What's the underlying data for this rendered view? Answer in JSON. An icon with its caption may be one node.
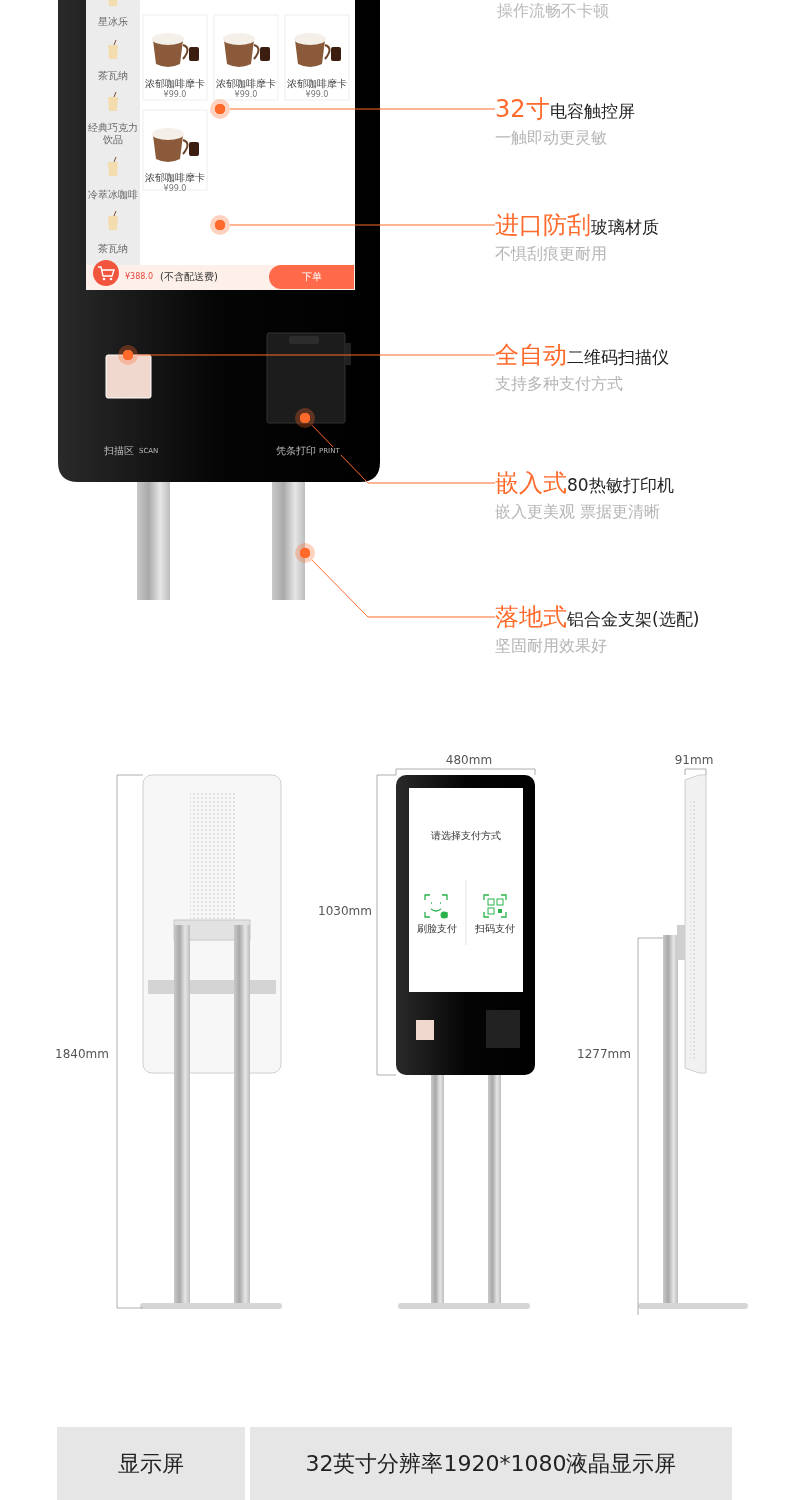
{
  "diagram": {
    "nodes": [
      {
        "text": [],
        "shape": "circle"
      },
      {
        "text": [
          "32寸",
          "电容触控屏",
          "一触即动更灵敏"
        ]
      },
      {
        "text": [],
        "shape": "circle"
      },
      {
        "text": [
          "进口防刮",
          "玻璃材质",
          "不惧刮痕更耐用"
        ]
      },
      {
        "text": [],
        "shape": "circle"
      },
      {
        "text": [
          "全自动",
          "二维码扫描仪",
          "支持多种支付方式"
        ]
      },
      {
        "text": [],
        "shape": "circle"
      },
      {
        "text": [
          "嵌入式",
          "80热敏打印机",
          "嵌入更美观 票据更清晰"
        ]
      },
      {
        "text": [],
        "shape": "circle"
      },
      {
        "text": [
          "落地式",
          "铝合金支架(选配)",
          "坚固耐用效果好"
        ]
      }
    ],
    "edges": [
      {
        "from": 0,
        "to": 1,
        "arrow": "none"
      },
      {
        "from": 2,
        "to": 3,
        "arrow": "none"
      },
      {
        "from": 4,
        "to": 5,
        "arrow": "none"
      },
      {
        "from": 6,
        "to": 7,
        "arrow": "none"
      },
      {
        "from": 8,
        "to": 9,
        "arrow": "none"
      }
    ],
    "labels": [
      "操作流畅不卡顿",
      "星冰乐",
      "茶瓦纳",
      "经典巧克力饮品",
      "冷萃冰咖啡",
      "茶瓦纳",
      "浓郁咖啡摩卡",
      "¥99.0",
      "浓郁咖啡摩卡",
      "¥99.0",
      "浓郁咖啡摩卡",
      "¥99.0",
      "浓郁咖啡摩卡",
      "¥99.0",
      "¥388.0",
      "(不含配送费)",
      "下单",
      "扫描区",
      "SCAN",
      "凭条打印",
      "PRINT",
      "480mm",
      "91mm",
      "请选择支付方式",
      "1030mm",
      "刷脸支付",
      "扫码支付",
      "1840mm",
      "1277mm",
      "显示屏",
      "32英寸分辨率1920*1080液晶显示屏"
    ]
  }
}
